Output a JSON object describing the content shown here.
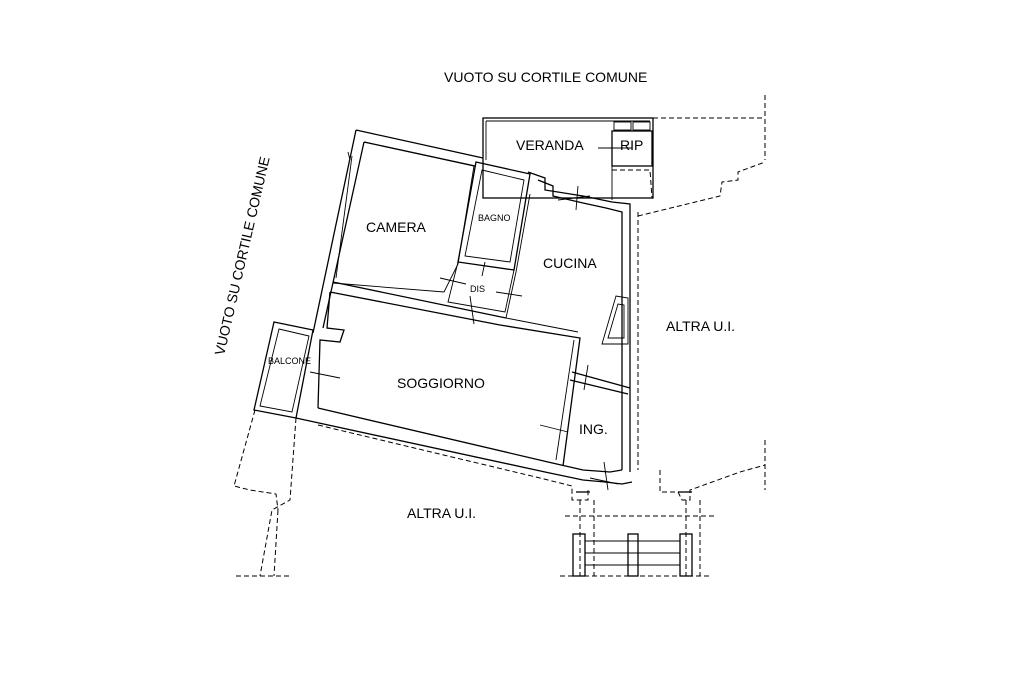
{
  "labels": {
    "north_courtyard": "VUOTO SU CORTILE COMUNE",
    "west_courtyard": "VUOTO SU CORTILE COMUNE",
    "veranda": "VERANDA",
    "rip": "RIP",
    "camera": "CAMERA",
    "bagno": "BAGNO",
    "cucina": "CUCINA",
    "dis": "DIS",
    "soggiorno": "SOGGIORNO",
    "balcone": "BALCONE",
    "ingresso": "ING.",
    "altra_ui_east": "ALTRA U.I.",
    "altra_ui_south": "ALTRA U.I."
  }
}
